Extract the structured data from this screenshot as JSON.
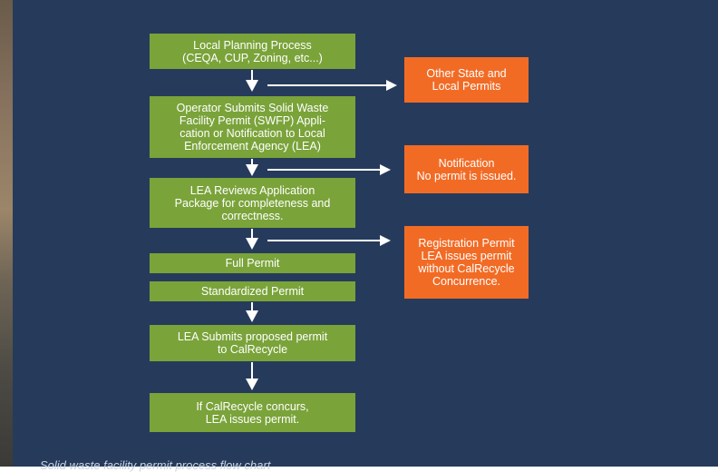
{
  "flowchart": {
    "steps": {
      "local_planning": "Local Planning Process\n(CEQA, CUP, Zoning, etc...)",
      "operator_submits": "Operator Submits Solid Waste\nFacility Permit (SWFP) Appli-\ncation or Notification to Local\nEnforcement Agency (LEA)",
      "lea_reviews": "LEA Reviews Application\nPackage for completeness and\ncorrectness.",
      "full_permit": "Full Permit",
      "standardized_permit": "Standardized  Permit",
      "lea_submits": "LEA Submits proposed permit\nto CalRecycle",
      "calrecycle_concurs": "If CalRecycle concurs,\nLEA issues permit."
    },
    "side_boxes": {
      "other_permits": "Other State and\nLocal Permits",
      "notification": "Notification\nNo permit is issued.",
      "registration": "Registration Permit\nLEA issues permit\nwithout CalRecycle\nConcurrence."
    }
  },
  "caption": "Solid waste facility permit process flow chart",
  "colors": {
    "background": "#263b5b",
    "step_box": "#7aa33a",
    "side_box": "#f26b25",
    "arrow": "#ffffff"
  }
}
